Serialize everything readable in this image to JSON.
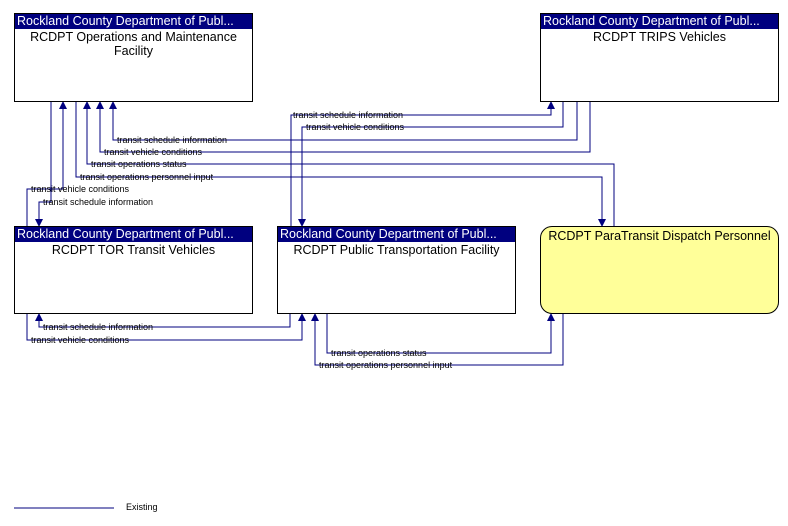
{
  "nodes": {
    "ops": {
      "header": "Rockland County Department of Publ...",
      "title": "RCDPT Operations and Maintenance Facility"
    },
    "trips": {
      "header": "Rockland County Department of Publ...",
      "title": "RCDPT TRIPS Vehicles"
    },
    "tor": {
      "header": "Rockland County Department of Publ...",
      "title": "RCDPT TOR Transit Vehicles"
    },
    "ptf": {
      "header": "Rockland County Department of Publ...",
      "title": "RCDPT Public Transportation Facility"
    },
    "para": {
      "title": "RCDPT ParaTransit Dispatch Personnel"
    }
  },
  "flows": {
    "f1": "transit schedule information",
    "f2": "transit vehicle conditions",
    "f3": "transit schedule information",
    "f4": "transit vehicle conditions",
    "f5": "transit operations status",
    "f6": "transit operations personnel input",
    "f7": "transit vehicle conditions",
    "f8": "transit schedule information",
    "f9": "transit schedule information",
    "f10": "transit vehicle conditions",
    "f11": "transit operations status",
    "f12": "transit operations personnel input"
  },
  "colors": {
    "flow": "#00007f",
    "header": "#00007f",
    "person_fill": "#ffff99"
  },
  "legend": {
    "existing": "Existing"
  }
}
